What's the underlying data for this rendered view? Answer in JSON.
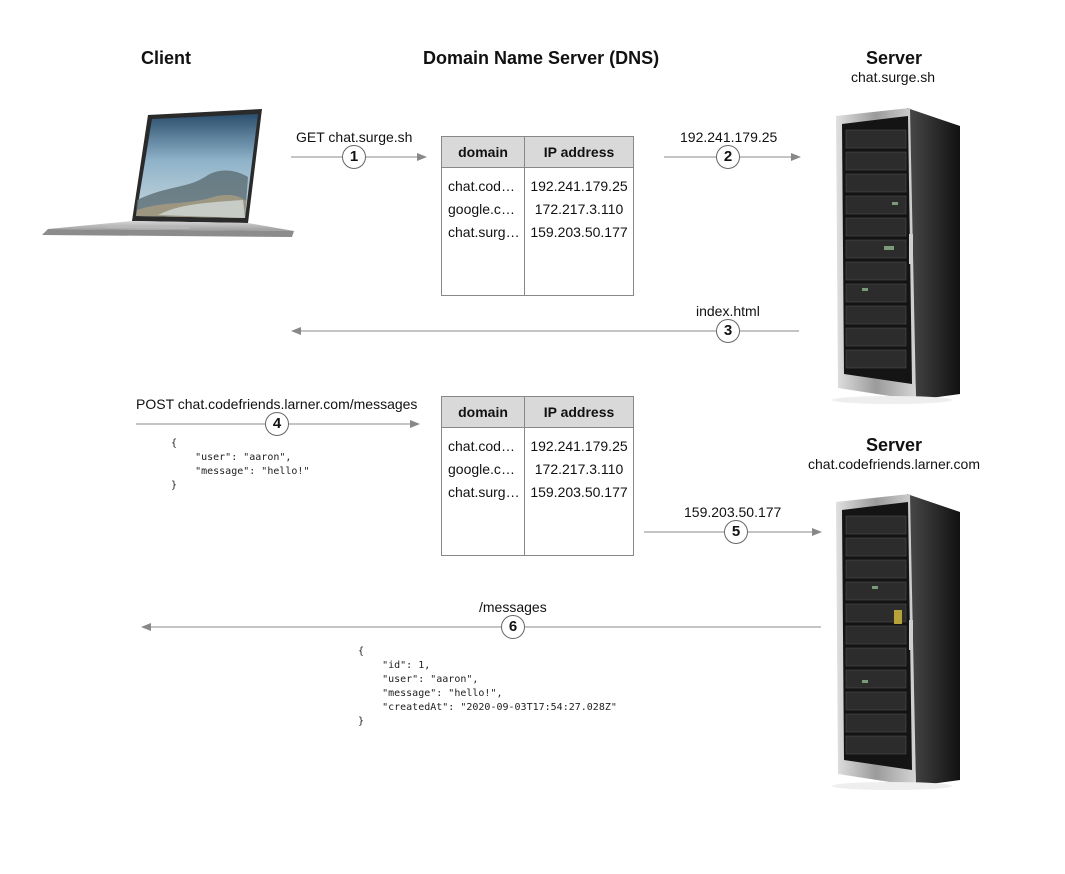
{
  "headings": {
    "client": "Client",
    "dns": "Domain Name Server (DNS)",
    "server1": "Server",
    "server1_host": "chat.surge.sh",
    "server2": "Server",
    "server2_host": "chat.codefriends.larner.com"
  },
  "steps": [
    {
      "number": "1",
      "label": "GET chat.surge.sh"
    },
    {
      "number": "2",
      "label": "192.241.179.25"
    },
    {
      "number": "3",
      "label": "index.html"
    },
    {
      "number": "4",
      "label": "POST chat.codefriends.larner.com/messages"
    },
    {
      "number": "5",
      "label": "159.203.50.177"
    },
    {
      "number": "6",
      "label": "/messages"
    }
  ],
  "dns_table": {
    "headers": [
      "domain",
      "IP address"
    ],
    "rows": [
      [
        "chat.codefriends.larner.com",
        "192.241.179.25"
      ],
      [
        "google.com",
        "172.217.3.110"
      ],
      [
        "chat.surge.sh",
        "159.203.50.177"
      ]
    ]
  },
  "code": {
    "post_body": "{\n    \"user\": \"aaron\",\n    \"message\": \"hello!\"\n}",
    "response_body": "{\n    \"id\": 1,\n    \"user\": \"aaron\",\n    \"message\": \"hello!\",\n    \"createdAt\": \"2020-09-03T17:54:27.028Z\"\n}"
  },
  "icons": [
    "laptop-icon",
    "server-rack-icon"
  ],
  "colors": {
    "arrow": "#888888",
    "table_header": "#d9d9d9",
    "rack_body": "#1e1e1e",
    "rack_frame": "#a8a8a8"
  }
}
